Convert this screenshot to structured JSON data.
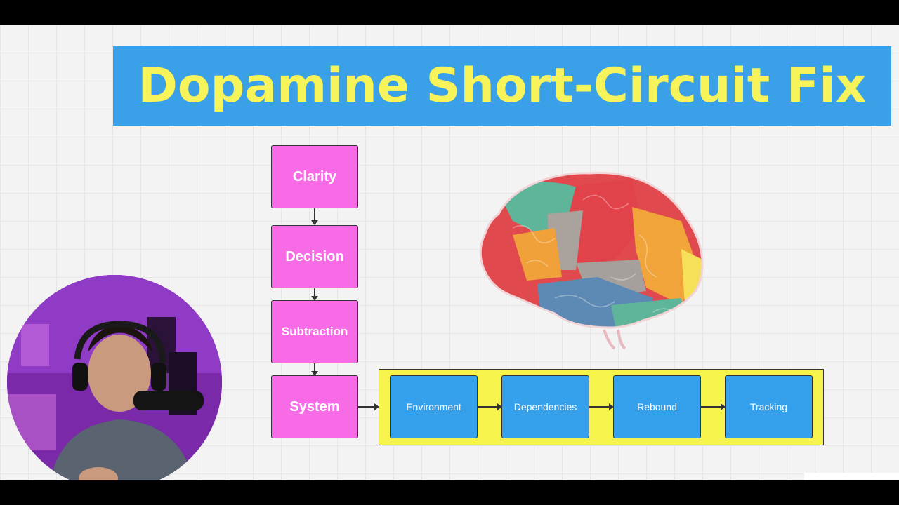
{
  "title": "Dopamine Short-Circuit Fix",
  "flow": {
    "steps": [
      "Clarity",
      "Decision",
      "Subtraction",
      "System"
    ]
  },
  "system_components": [
    "Environment",
    "Dependencies",
    "Rebound",
    "Tracking"
  ],
  "colors": {
    "title_banner": "#3aa0e8",
    "title_text": "#f7f35a",
    "step_box": "#f76ce6",
    "component_box": "#35a1ec",
    "component_group": "#f7f34d"
  },
  "icons": [
    "brain-illustration",
    "webcam-presenter"
  ]
}
